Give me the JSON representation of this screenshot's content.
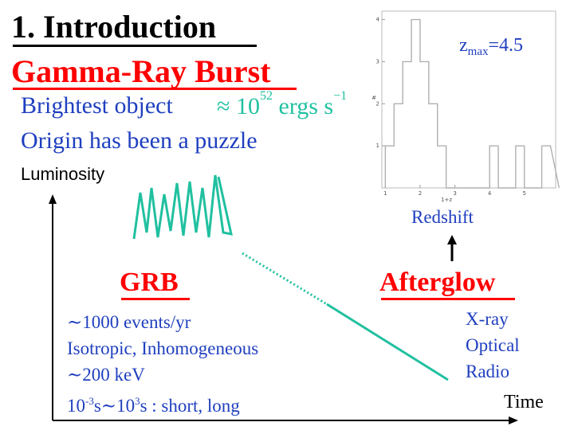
{
  "title": "1. Introduction",
  "subtitle": "Gamma-Ray Burst",
  "points": {
    "line1": "Brightest object",
    "approx_prefix": "≈ 10",
    "approx_exp": "52",
    "approx_unit": " ergs s",
    "approx_unit_exp": "−1",
    "line2": "Origin has been a puzzle"
  },
  "axes": {
    "y_label": "Luminosity",
    "x_label": "Time"
  },
  "grb": {
    "label": "GRB",
    "facts": {
      "l1": "∼1000 events/yr",
      "l2": "Isotropic, Inhomogeneous",
      "l3": "∼200 keV",
      "l4_a": "10",
      "l4_a_exp": "-3",
      "l4_b": "s∼10",
      "l4_b_exp": "3",
      "l4_c": "s : short, long"
    }
  },
  "afterglow": {
    "label": "Afterglow",
    "bands": [
      "X-ray",
      "Optical",
      "Radio"
    ]
  },
  "histogram": {
    "z_label": "z",
    "z_sub": "max",
    "z_value": "=4.5",
    "xlabel": "Redshift",
    "x_ticks": [
      "1",
      "2",
      "3",
      "4",
      "5"
    ],
    "y_ticks": [
      "1",
      "2",
      "3",
      "4"
    ],
    "x_axis_small": "1+z",
    "y_axis_small": "#"
  },
  "chart_data": {
    "type": "bar",
    "title": "",
    "xlabel": "Redshift",
    "ylabel": "",
    "xlim": [
      0.9,
      5.9
    ],
    "ylim": [
      0,
      4.2
    ],
    "bin_edges": [
      1.0,
      1.25,
      1.5,
      1.75,
      2.0,
      2.25,
      2.5,
      2.75,
      3.0,
      3.25,
      3.5,
      3.75,
      4.0,
      4.25,
      4.5,
      4.75,
      5.0,
      5.25,
      5.5,
      5.75
    ],
    "values": [
      1,
      2,
      3,
      4,
      3,
      2,
      1,
      0,
      0,
      0,
      0,
      0,
      1,
      0,
      0,
      1,
      0,
      0,
      1
    ],
    "annotation": "z_max = 4.5",
    "colors": {
      "line": "#b0b0b0",
      "frame": "#bbbbbb"
    }
  },
  "colors": {
    "accent_red": "#ff0000",
    "text_blue": "#1f3fbf",
    "curve_teal": "#20c0a0",
    "axis": "#000000"
  }
}
